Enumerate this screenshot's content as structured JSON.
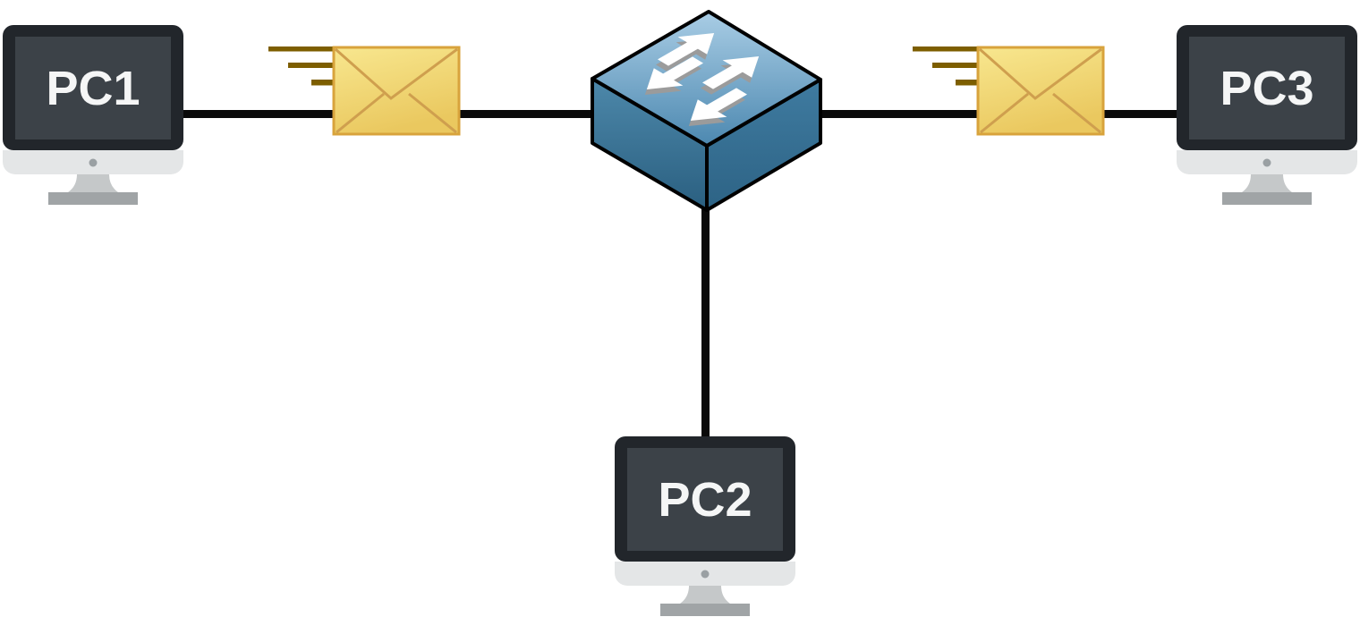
{
  "diagram": {
    "background": "#ffffff",
    "nodes": {
      "pc1": {
        "label": "PC1",
        "type": "computer"
      },
      "pc2": {
        "label": "PC2",
        "type": "computer"
      },
      "pc3": {
        "label": "PC3",
        "type": "computer"
      },
      "switch": {
        "type": "switch",
        "icon": "crossing-arrows-icon"
      }
    },
    "links": [
      {
        "from": "pc1",
        "to": "switch",
        "orientation": "horizontal"
      },
      {
        "from": "switch",
        "to": "pc3",
        "orientation": "horizontal"
      },
      {
        "from": "switch",
        "to": "pc2",
        "orientation": "vertical"
      }
    ],
    "packets": [
      {
        "icon": "envelope-icon",
        "link": "pc1-switch",
        "moving": "right"
      },
      {
        "icon": "envelope-icon",
        "link": "switch-pc3",
        "moving": "right"
      }
    ]
  },
  "colors": {
    "line": "#0a0a0a",
    "monitor_frame": "#22262b",
    "monitor_screen": "#3c4248",
    "monitor_chin": "#e4e6e7",
    "monitor_dot": "#9aa0a3",
    "monitor_neck": "#c5c8c9",
    "monitor_base": "#a0a4a6",
    "label_text": "#f5f6f6",
    "envelope_fill_light": "#f8e78f",
    "envelope_fill_dark": "#eac85f",
    "envelope_border": "#d8a33c",
    "envelope_line": "#cf9f4e",
    "speed_line": "#7d5e00",
    "switch_top_light": "#a9cde5",
    "switch_top_dark": "#4c88b0",
    "switch_left_light": "#4d88aa",
    "switch_left_dark": "#2a5f80",
    "switch_right_light": "#3f7ba0",
    "switch_right_dark": "#2d6385",
    "switch_outline": "#000000",
    "arrow_fill": "#ffffff",
    "arrow_shadow": "#9b9b9b"
  }
}
